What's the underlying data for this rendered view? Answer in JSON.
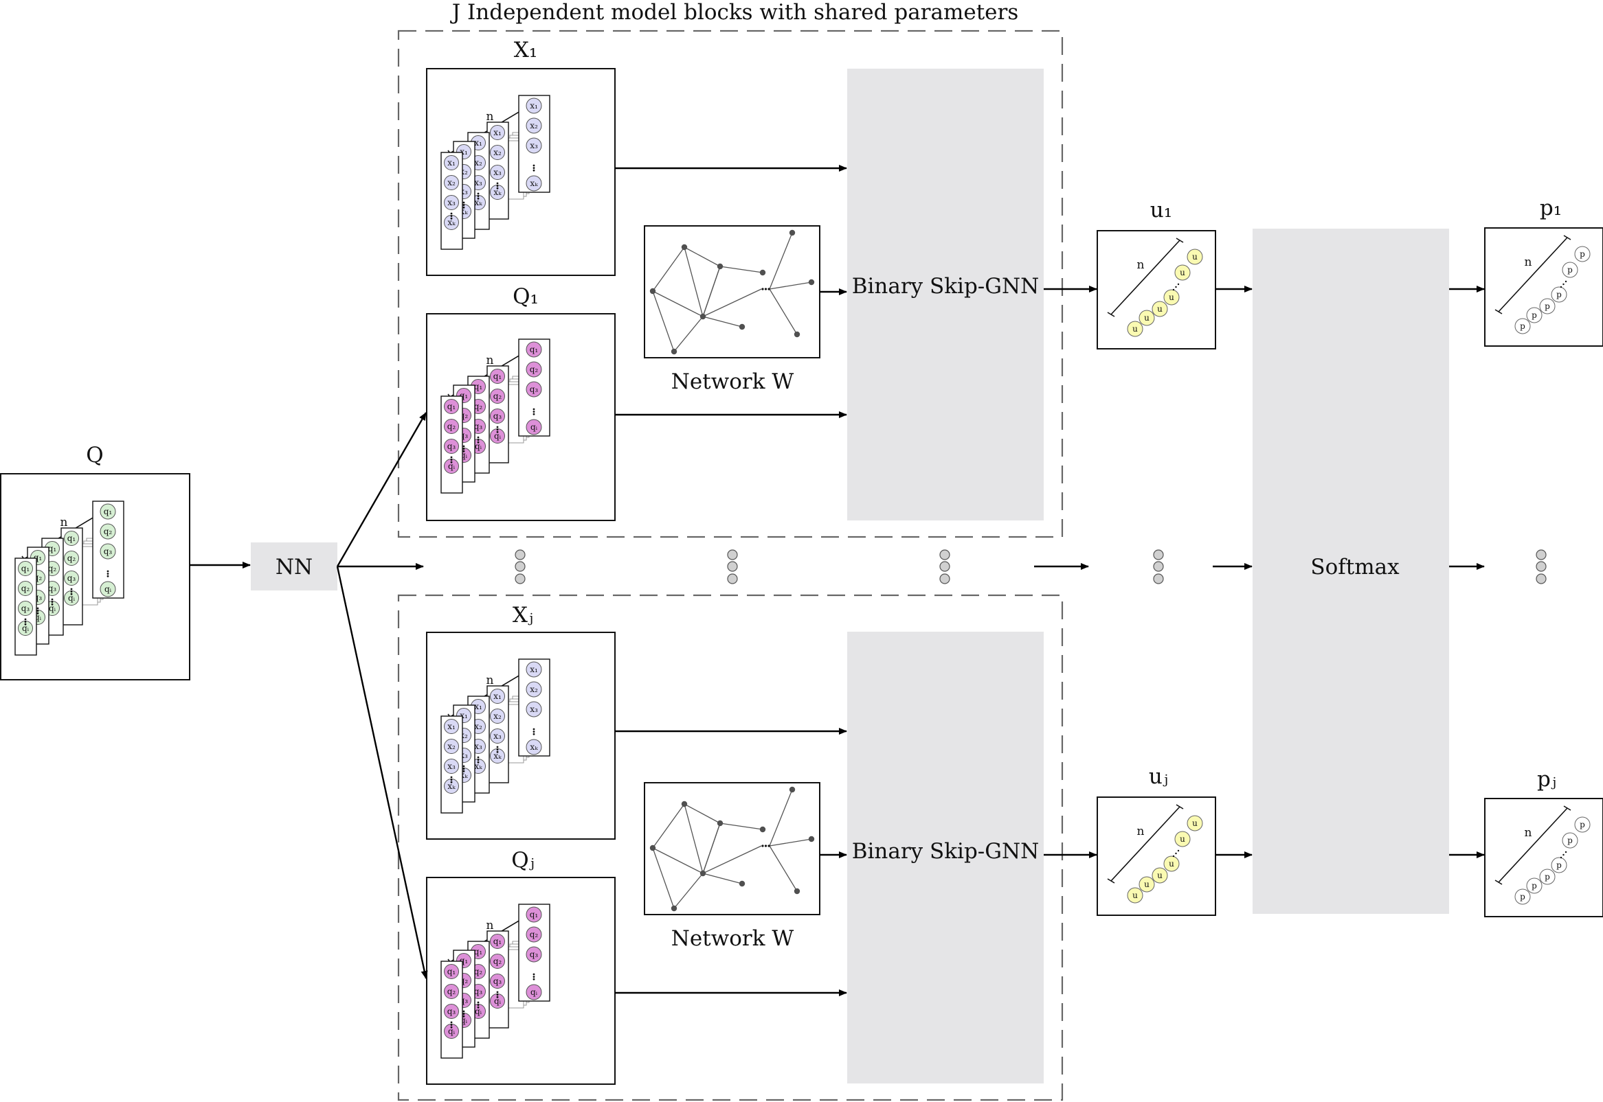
{
  "title": "J Independent model blocks with shared parameters",
  "input_matrix": {
    "label": "Q",
    "dim_label": "n",
    "entries": [
      "q₁",
      "q₂",
      "q₃",
      "qᵢ"
    ]
  },
  "nn": {
    "label": "NN"
  },
  "blocks": [
    {
      "x": {
        "label": "X₁",
        "dim_label": "n",
        "entries": [
          "x₁",
          "x₂",
          "x₃",
          "xₖ"
        ]
      },
      "q": {
        "label": "Q₁",
        "dim_label": "n",
        "entries": [
          "q₁",
          "q₂",
          "q₃",
          "qᵢ"
        ]
      },
      "network_label": "Network W",
      "gnn_label": "Binary Skip-GNN",
      "u": {
        "label": "u₁",
        "dim_label": "n",
        "node": "u"
      },
      "p": {
        "label": "p₁",
        "dim_label": "n",
        "node": "p"
      }
    },
    {
      "x": {
        "label": "Xⱼ",
        "dim_label": "n",
        "entries": [
          "x₁",
          "x₂",
          "x₃",
          "xₖ"
        ]
      },
      "q": {
        "label": "Qⱼ",
        "dim_label": "n",
        "entries": [
          "q₁",
          "q₂",
          "q₃",
          "qᵢ"
        ]
      },
      "network_label": "Network W",
      "gnn_label": "Binary Skip-GNN",
      "u": {
        "label": "uⱼ",
        "dim_label": "n",
        "node": "u"
      },
      "p": {
        "label": "pⱼ",
        "dim_label": "n",
        "node": "p"
      }
    }
  ],
  "softmax": {
    "label": "Softmax"
  },
  "colors": {
    "x_node": "#d9d9f5",
    "q_node": "#dd90d8",
    "input_node": "#d6efd3",
    "u_node": "#fafab2",
    "p_node": "#ffffff",
    "block_fill": "#e5e5e7"
  }
}
